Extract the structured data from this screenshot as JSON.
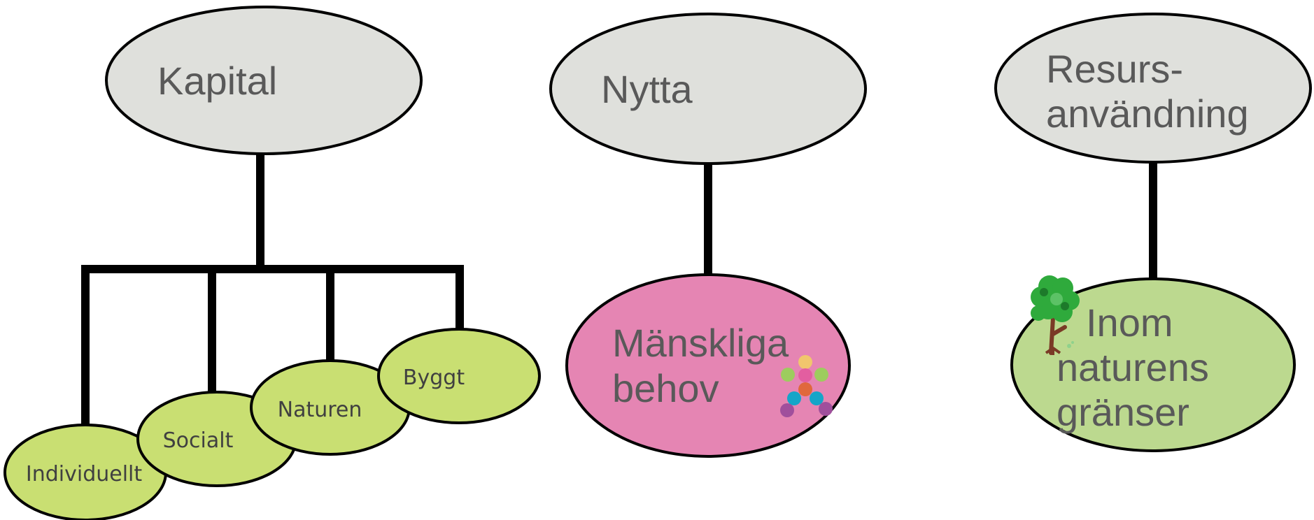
{
  "colors": {
    "top_node_fill": "#dfe0dc",
    "capital_child_fill": "#c9df72",
    "needs_fill": "#e585b3",
    "nature_limits_fill": "#bcd98f",
    "text": "#595959",
    "connector": "#000000"
  },
  "branches": {
    "kapital": {
      "label": "Kapital",
      "children": [
        "Individuellt",
        "Socialt",
        "Naturen",
        "Byggt"
      ]
    },
    "nytta": {
      "label": "Nytta",
      "child": {
        "line1": "Mänskliga",
        "line2": "behov",
        "icon": "people-figure-icon"
      }
    },
    "resurs": {
      "label_line1": "Resurs-",
      "label_line2": "användning",
      "child": {
        "line1": "Inom",
        "line2": "naturens",
        "line3": "gränser",
        "icon": "tree-icon"
      }
    }
  }
}
